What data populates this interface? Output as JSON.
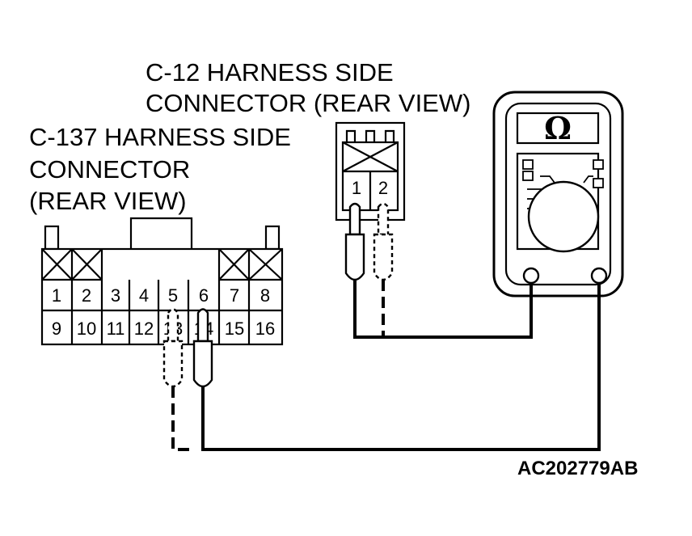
{
  "labels": {
    "c12_line1": "C-12 HARNESS SIDE",
    "c12_line2": "CONNECTOR (REAR VIEW)",
    "c137_line1": "C-137 HARNESS SIDE",
    "c137_line2": "CONNECTOR",
    "c137_line3": "(REAR VIEW)",
    "figure_code": "AC202779AB"
  },
  "c12_connector": {
    "pins": [
      "1",
      "2"
    ]
  },
  "c137_connector": {
    "top_row": [
      "1",
      "2",
      "3",
      "4",
      "5",
      "6",
      "7",
      "8"
    ],
    "bottom_row": [
      "9",
      "10",
      "11",
      "12",
      "13",
      "14",
      "15",
      "16"
    ]
  },
  "meter": {
    "symbol": "Ω",
    "mode": "resistance"
  },
  "icons": {
    "meter": "ohmmeter-icon",
    "probe": "test-probe-icon"
  }
}
